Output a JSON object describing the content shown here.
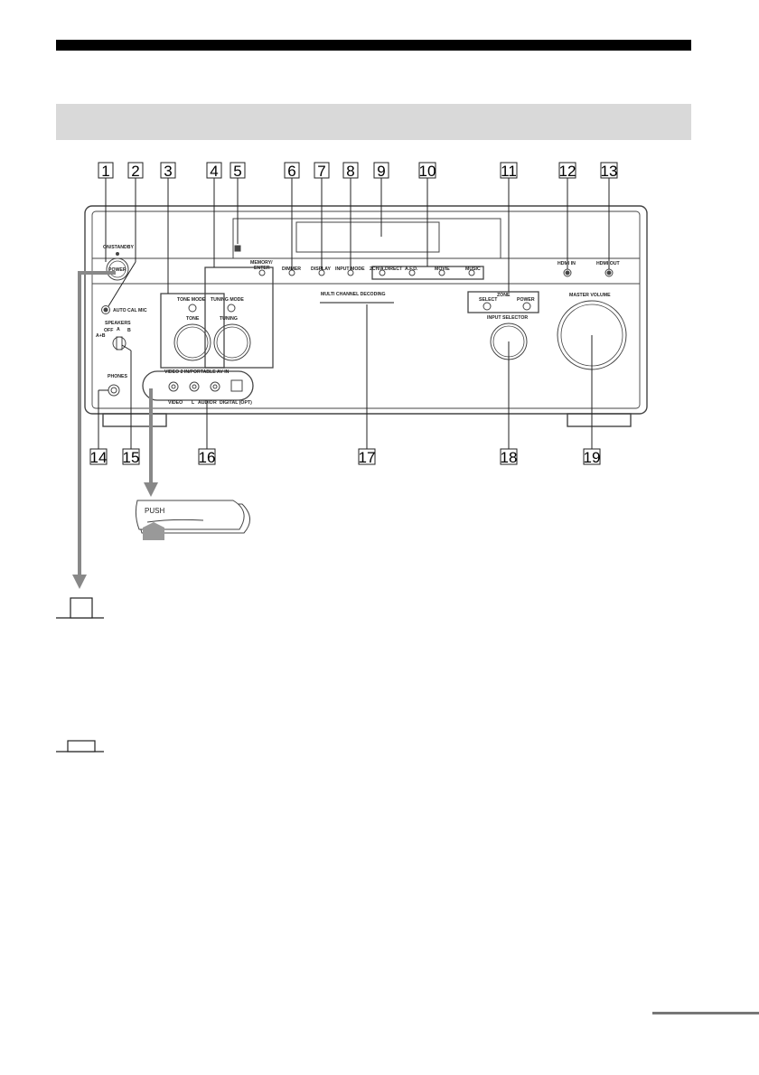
{
  "callouts": [
    "1",
    "2",
    "3",
    "4",
    "5",
    "6",
    "7",
    "8",
    "9",
    "10",
    "11",
    "12",
    "13",
    "14",
    "15",
    "16",
    "17",
    "18",
    "19"
  ],
  "panel_labels": {
    "on_standby": "ON/STANDBY",
    "power": "POWER",
    "auto_cal_mic": "AUTO CAL MIC",
    "speakers": "SPEAKERS",
    "speakers_off": "OFF",
    "speakers_a": "A",
    "speakers_b": "B",
    "speakers_ab": "A+B",
    "phones": "PHONES",
    "tone_mode": "TONE MODE",
    "tone": "TONE",
    "tuning_mode": "TUNING MODE",
    "tuning": "TUNING",
    "memory_enter_1": "MEMORY/",
    "memory_enter_2": "ENTER",
    "dimmer": "DIMMER",
    "display": "DISPLAY",
    "input_mode": "INPUT MODE",
    "two_ch": "2CH/A.DIRECT",
    "afd": "A.F.D.",
    "movie": "MOVIE",
    "music": "MUSIC",
    "hdmi_in": "HDMI IN",
    "hdmi_out": "HDMI OUT",
    "multi_channel": "MULTI CHANNEL DECODING",
    "zone": "ZONE",
    "zone_select": "SELECT",
    "zone_power": "POWER",
    "input_selector": "INPUT SELECTOR",
    "master_volume": "MASTER VOLUME",
    "video2_in": "VIDEO 2 IN/PORTABLE AV IN",
    "video": "VIDEO",
    "audio_l": "L",
    "audio": "AUDIO",
    "audio_r": "R",
    "digital_opt": "DIGITAL (OPT)"
  },
  "push_label": "PUSH",
  "colors": {
    "panel_stroke": "#444444",
    "gray_arrow": "#888888",
    "header_bar": "#000000",
    "section_bar": "#d9d9d9"
  }
}
